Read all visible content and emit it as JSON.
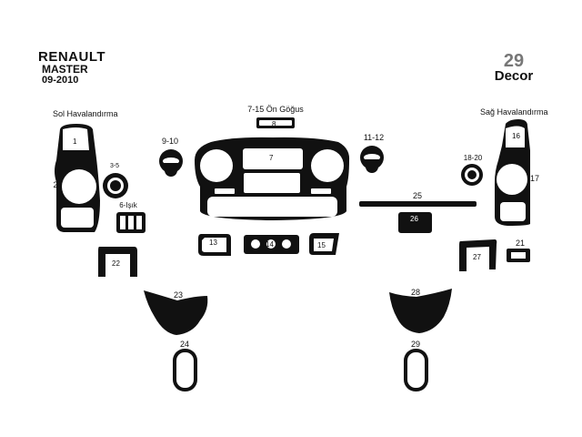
{
  "brand": {
    "line1": "RENAULT",
    "line2": "MASTER",
    "line3": "09-2010"
  },
  "decor": {
    "number": "29",
    "word": "Decor"
  },
  "section_labels": {
    "left_vent": "Sol Havalandırma",
    "right_vent": "Sağ Havalandırma",
    "center_top": "7-15 Ön Göğus",
    "light": "6-Işık"
  },
  "part_labels": {
    "p1": "1",
    "p2": "2",
    "p3_5": "3-5",
    "p7": "7",
    "p8": "8",
    "p9_10": "9-10",
    "p11_12": "11-12",
    "p13": "13",
    "p14": "14",
    "p15": "15",
    "p16": "16",
    "p17": "17",
    "p18_20": "18-20",
    "p21": "21",
    "p22": "22",
    "p23": "23",
    "p24": "24",
    "p25": "25",
    "p26": "26",
    "p27": "27",
    "p28": "28",
    "p29": "29"
  },
  "colors": {
    "part_fill": "#111111",
    "part_stroke": "#111111",
    "cutout_fill": "#ffffff",
    "decor_number": "#777777"
  }
}
